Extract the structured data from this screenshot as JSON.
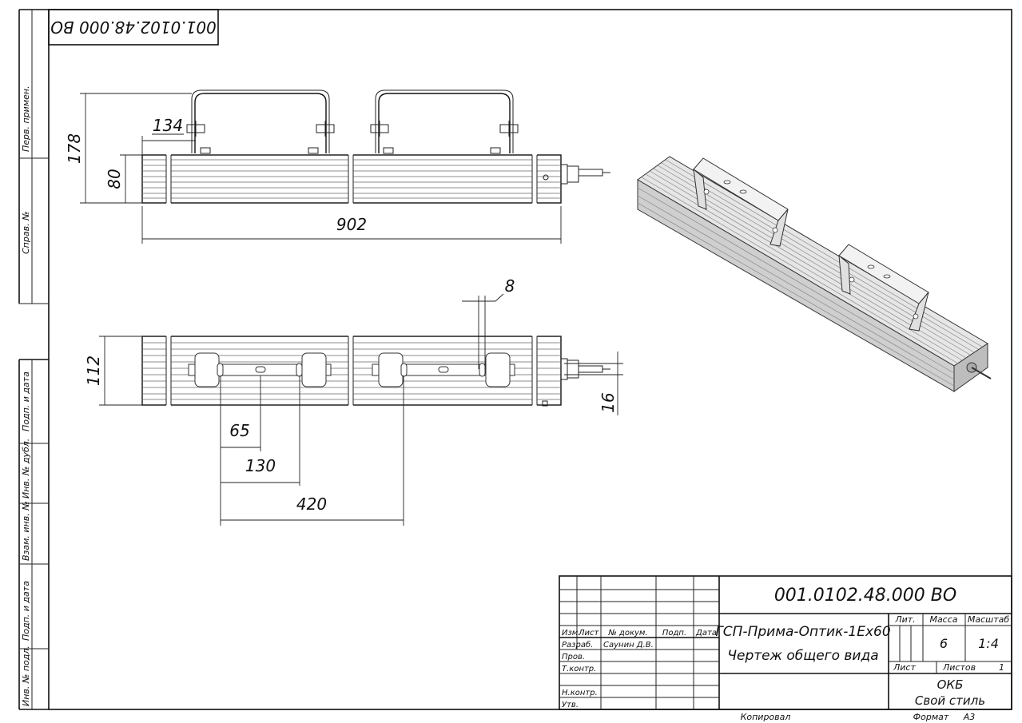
{
  "doc_code": "001.0102.48.000 ВО",
  "doc_code_rotated": "001.0102.48.000 ВО",
  "side_strips": {
    "perv_primen": "Перв. примен.",
    "sprav_no": "Справ. №",
    "podp_i_data_1": "Подп. и дата",
    "inv_no_dubl": "Инв. № дубл.",
    "vzam_inv_no": "Взам. инв. №",
    "podp_i_data_2": "Подп. и дата",
    "inv_no_podl": "Инв. № подл."
  },
  "dimensions": {
    "d178": "178",
    "d80": "80",
    "d134": "134",
    "d902": "902",
    "d8": "8",
    "d112": "112",
    "d16": "16",
    "d65": "65",
    "d130": "130",
    "d420": "420"
  },
  "title_block": {
    "izm": "Изм.",
    "list": "Лист",
    "no_dokum": "№ докум.",
    "podp": "Подп.",
    "data": "Дата",
    "razrab": "Разраб.",
    "razrab_name": "Саунин Д.В.",
    "prov": "Пров.",
    "t_kontr": "Т.контр.",
    "n_kontr": "Н.контр.",
    "utv": "Утв.",
    "product_name": "ГСП-Прима-Оптик-1Ex60",
    "doc_title": "Чертеж общего вида",
    "lit": "Лит.",
    "massa": "Масса",
    "masshtab": "Масштаб",
    "massa_value": "6",
    "masshtab_value": "1:4",
    "list_label": "Лист",
    "listov_label": "Листов",
    "listov_value": "1",
    "org_line1": "ОКБ",
    "org_line2": "Свой стиль",
    "kopiroval": "Копировал",
    "format": "Формат",
    "format_value": "А3"
  }
}
